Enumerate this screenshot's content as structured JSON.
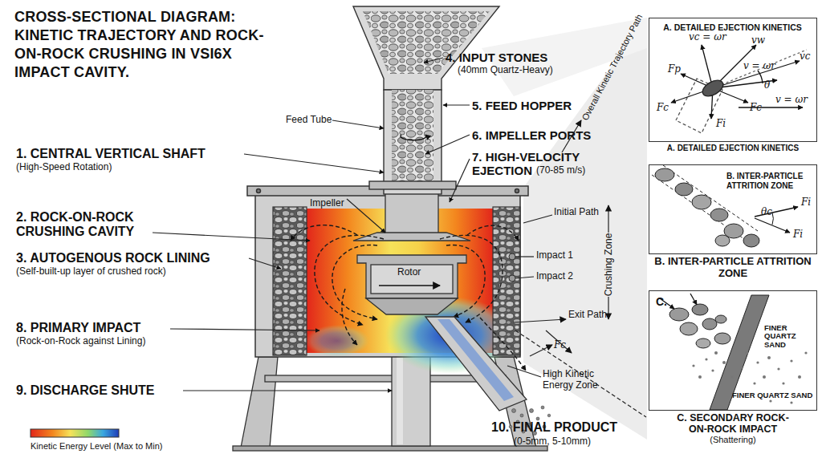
{
  "diagram": {
    "title": "CROSS-SECTIONAL DIAGRAM: KINETIC TRAJECTORY AND ROCK-ON-ROCK CRUSHING IN VSI6X IMPACT CAVITY.",
    "nodes": [
      {
        "text": [
          "A. DETAILED EJECTION KINETICS",
          "A. DETAILED EJECTION KINETICS"
        ]
      },
      {
        "text": [
          "B. INTER-PARTICLE ATTRITION ZONE",
          "B. INTER-PARTICLE ATTRITION ZONE"
        ]
      },
      {
        "text": [
          "C.",
          "C. SECONDARY ROCK-ON-ROCK IMPACT",
          "(Shattering)"
        ]
      }
    ],
    "labels": [
      "1. CENTRAL VERTICAL SHAFT",
      "(High-Speed Rotation)",
      "2. ROCK-ON-ROCK CRUSHING CAVITY",
      "3. AUTOGENOUS ROCK LINING",
      "(Self-built-up layer of crushed rock)",
      "8. PRIMARY IMPACT",
      "(Rock-on-Rock against Lining)",
      "9. DISCHARGE SHUTE",
      "4. INPUT STONES",
      "(40mm Quartz-Heavy)",
      "5. FEED HOPPER",
      "6. IMPELLER PORTS",
      "7. HIGH-VELOCITY EJECTION",
      "(70-85 m/s)",
      "10. FINAL PRODUCT",
      "(0-5mm, 5-10mm)",
      "Feed Tube",
      "Impeller",
      "Rotor",
      "Overall Kinetic Trajectory Path",
      "Initial Path",
      "Impact 1",
      "Impact 2",
      "Crushing Zone",
      "Exit Path",
      "Fc",
      "High Kinetic Energy Zone",
      "vc = ωr",
      "vw",
      "vc",
      "Fp",
      "θ",
      "v = ωr",
      "Fc",
      "Fi",
      "Fc",
      "v = ωr",
      "θc",
      "Fi",
      "Fi",
      "FINER QUARTZ SAND",
      "FINER QUARTZ SAND"
    ],
    "legend": [
      {
        "text": "Kinetic Energy Level (Max to Min)"
      }
    ]
  }
}
